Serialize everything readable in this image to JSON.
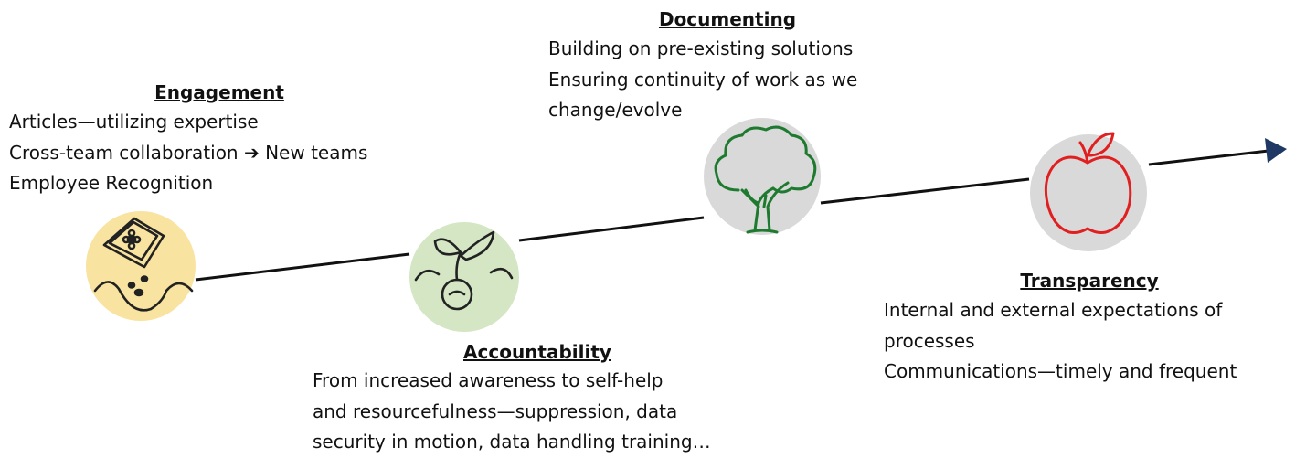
{
  "stages": {
    "engagement": {
      "title": "Engagement",
      "lines": [
        "Articles—utilizing expertise",
        "Cross-team collaboration",
        "Employee Recognition"
      ],
      "arrow_glyph": "➔",
      "arrow_target": "New teams",
      "icon": "seed-packet-icon",
      "circle_color": "#f9e3a0"
    },
    "accountability": {
      "title": "Accountability",
      "lines": [
        "From increased awareness to self-help",
        "and resourcefulness—suppression, data",
        "security in motion, data handling training…"
      ],
      "icon": "sprout-icon",
      "circle_color": "#d4e6c4"
    },
    "documenting": {
      "title": "Documenting",
      "lines": [
        "Building on pre-existing solutions",
        "Ensuring continuity of work as we",
        "change/evolve"
      ],
      "icon": "tree-icon",
      "circle_color": "#d9d9d9"
    },
    "transparency": {
      "title": "Transparency",
      "lines": [
        "Internal and external expectations of",
        "processes",
        "Communications—timely and frequent"
      ],
      "icon": "apple-icon",
      "circle_color": "#d9d9d9"
    }
  },
  "colors": {
    "timeline": "#111111",
    "arrowhead": "#1f3864",
    "icon_stroke": "#222222",
    "tree_stroke": "#1e7a2e",
    "apple_stroke": "#e02020"
  }
}
